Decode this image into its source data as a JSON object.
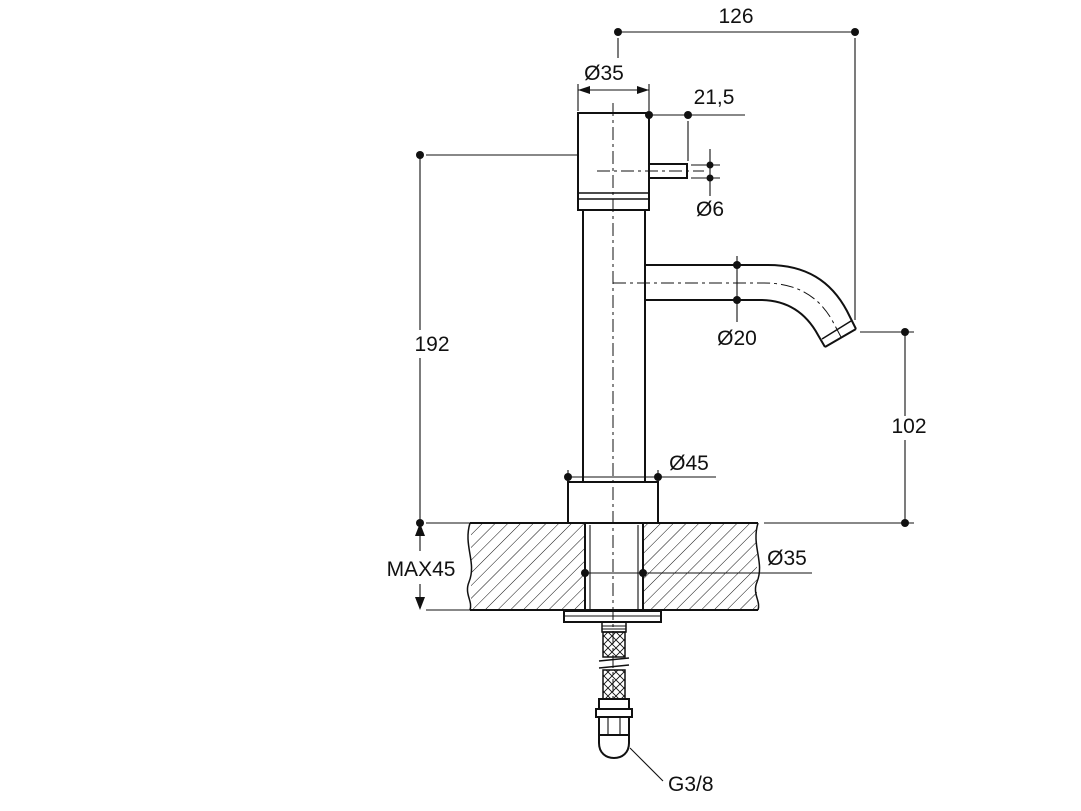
{
  "page": {
    "background_color": "#ffffff",
    "line_color": "#111111"
  },
  "drawing": {
    "labels": {
      "spout_reach": "126",
      "body_top_diameter": "Ø35",
      "handle_pin_length": "21,5",
      "handle_pin_diameter": "Ø6",
      "body_height": "192",
      "spout_tube_diameter": "Ø20",
      "spout_outlet_height": "102",
      "base_diameter": "Ø45",
      "max_deck_thickness": "MAX45",
      "deck_hole_diameter": "Ø35",
      "supply_connection_thread": "G3/8"
    }
  }
}
